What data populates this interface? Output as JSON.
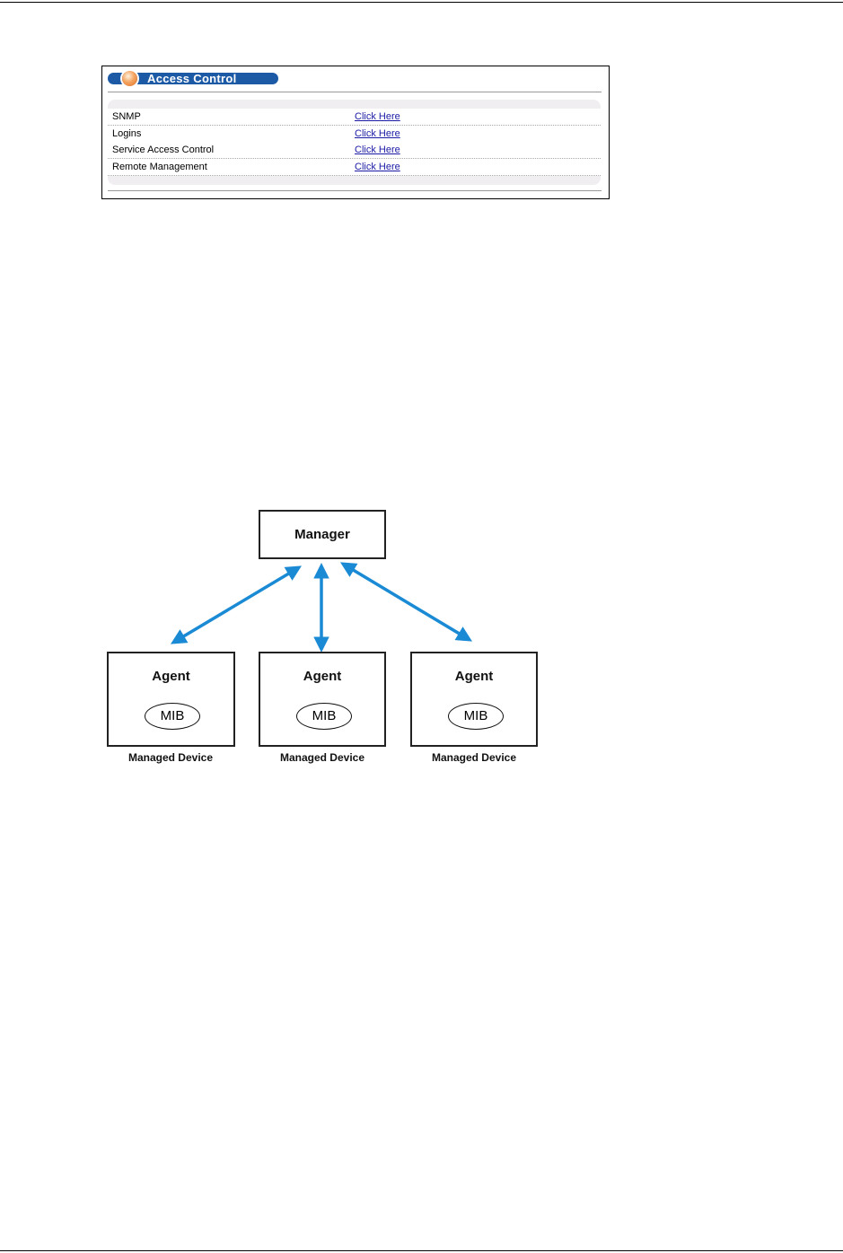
{
  "screenshot": {
    "title": "Access Control",
    "rows": [
      {
        "label": "SNMP",
        "link": "Click Here"
      },
      {
        "label": "Logins",
        "link": "Click Here"
      },
      {
        "label": "Service Access Control",
        "link": "Click Here"
      },
      {
        "label": "Remote Management",
        "link": "Click Here"
      }
    ]
  },
  "diagram": {
    "manager": "Manager",
    "agents": [
      {
        "title": "Agent",
        "mib": "MIB",
        "caption": "Managed Device"
      },
      {
        "title": "Agent",
        "mib": "MIB",
        "caption": "Managed Device"
      },
      {
        "title": "Agent",
        "mib": "MIB",
        "caption": "Managed Device"
      }
    ],
    "arrow_color": "#1a8ad4"
  }
}
